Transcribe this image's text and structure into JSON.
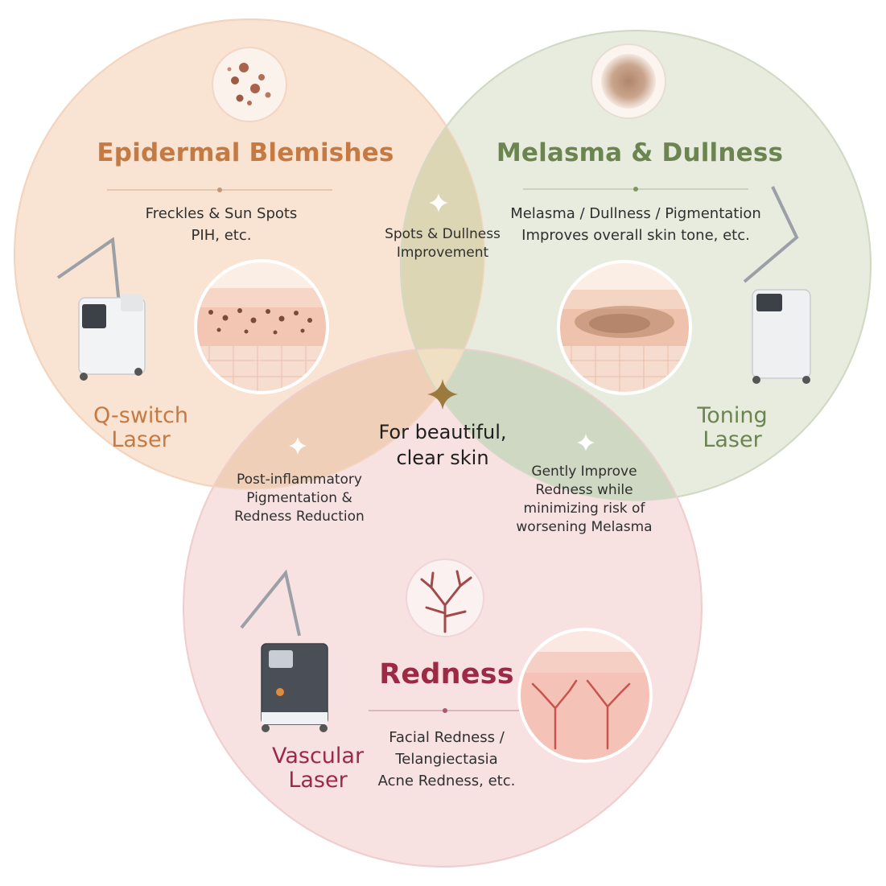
{
  "regions": {
    "epidermal": {
      "title": "Epidermal Blemishes",
      "desc_lines": [
        "Freckles & Sun Spots",
        "PIH, etc."
      ],
      "laser_lines": [
        "Q-switch",
        "Laser"
      ]
    },
    "melasma": {
      "title": "Melasma & Dullness",
      "desc_lines": [
        "Melasma / Dullness / Pigmentation",
        "Improves overall skin tone, etc."
      ],
      "laser_lines": [
        "Toning",
        "Laser"
      ]
    },
    "redness": {
      "title": "Redness",
      "desc_lines": [
        "Facial Redness /",
        "Telangiectasia",
        "Acne Redness, etc."
      ],
      "laser_lines": [
        "Vascular",
        "Laser"
      ]
    }
  },
  "overlaps": {
    "epidermal_melasma": [
      "Spots & Dullness",
      "Improvement"
    ],
    "epidermal_redness": [
      "Post-inflammatory",
      "Pigmentation &",
      "Redness Reduction"
    ],
    "melasma_redness": [
      "Gently Improve",
      "Redness while",
      "minimizing risk of",
      "worsening Melasma"
    ],
    "center": [
      "For beautiful,",
      "clear skin"
    ]
  },
  "colors": {
    "epidermal": "#f9e3d3",
    "melasma": "#e7ecdf",
    "redness": "#f7e1e1",
    "overlap_top": "#ddd6b5",
    "overlap_left": "#f0cfb8",
    "overlap_right": "#cfd8c2",
    "center": "#efe0c4",
    "epidermal_text": "#c47a42",
    "melasma_text": "#6b8450",
    "redness_text": "#9c2a45"
  }
}
